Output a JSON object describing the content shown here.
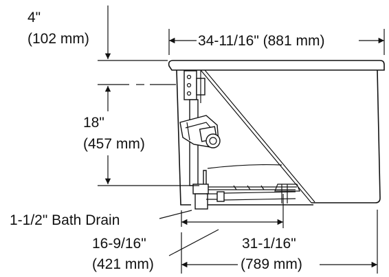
{
  "dimensions": {
    "rim_height": {
      "imperial": "4\"",
      "metric": "(102 mm)"
    },
    "overall_length": "34-11/16\" (881 mm)",
    "drain_height": {
      "imperial": "18\"",
      "metric": "(457 mm)"
    },
    "drain_label": "1-1/2\" Bath Drain",
    "drain_offset": {
      "imperial": "16-9/16\"",
      "metric": "(421 mm)"
    },
    "base_length": {
      "imperial": "31-1/16\"",
      "metric": "(789 mm)"
    }
  },
  "colors": {
    "line": "#111111",
    "background": "#ffffff"
  }
}
